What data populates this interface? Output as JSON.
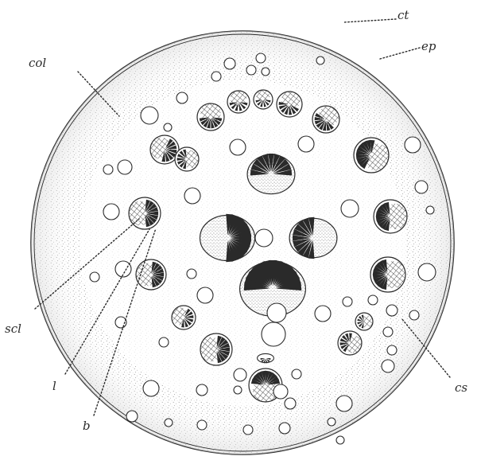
{
  "figure": {
    "labels": {
      "ct": "ct",
      "ep": "ep",
      "col": "col",
      "scl": "scl",
      "l": "l",
      "b": "b",
      "cs": "cs"
    },
    "colors": {
      "ink": "#2a2a2a",
      "ground": "#ffffff",
      "stipple": "#8a8a8a",
      "vessel_fill": "#ffffff"
    }
  }
}
